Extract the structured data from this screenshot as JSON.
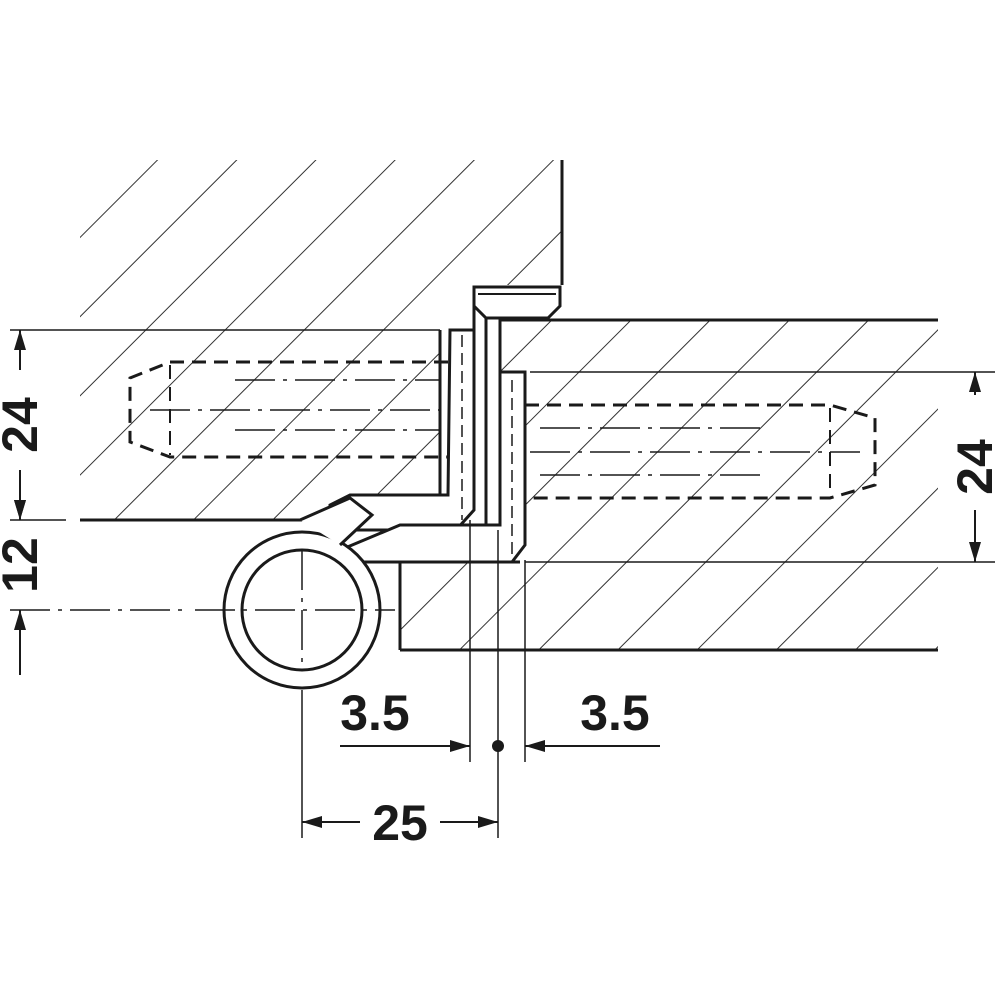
{
  "colors": {
    "line": "#1a1a1a",
    "hatch": "#333333",
    "background": "#ffffff"
  },
  "dimensions": {
    "left_height_upper": "24",
    "left_height_lower": "12",
    "right_height": "24",
    "offset_left": "3.5",
    "offset_right": "3.5",
    "knuckle_distance": "25"
  }
}
